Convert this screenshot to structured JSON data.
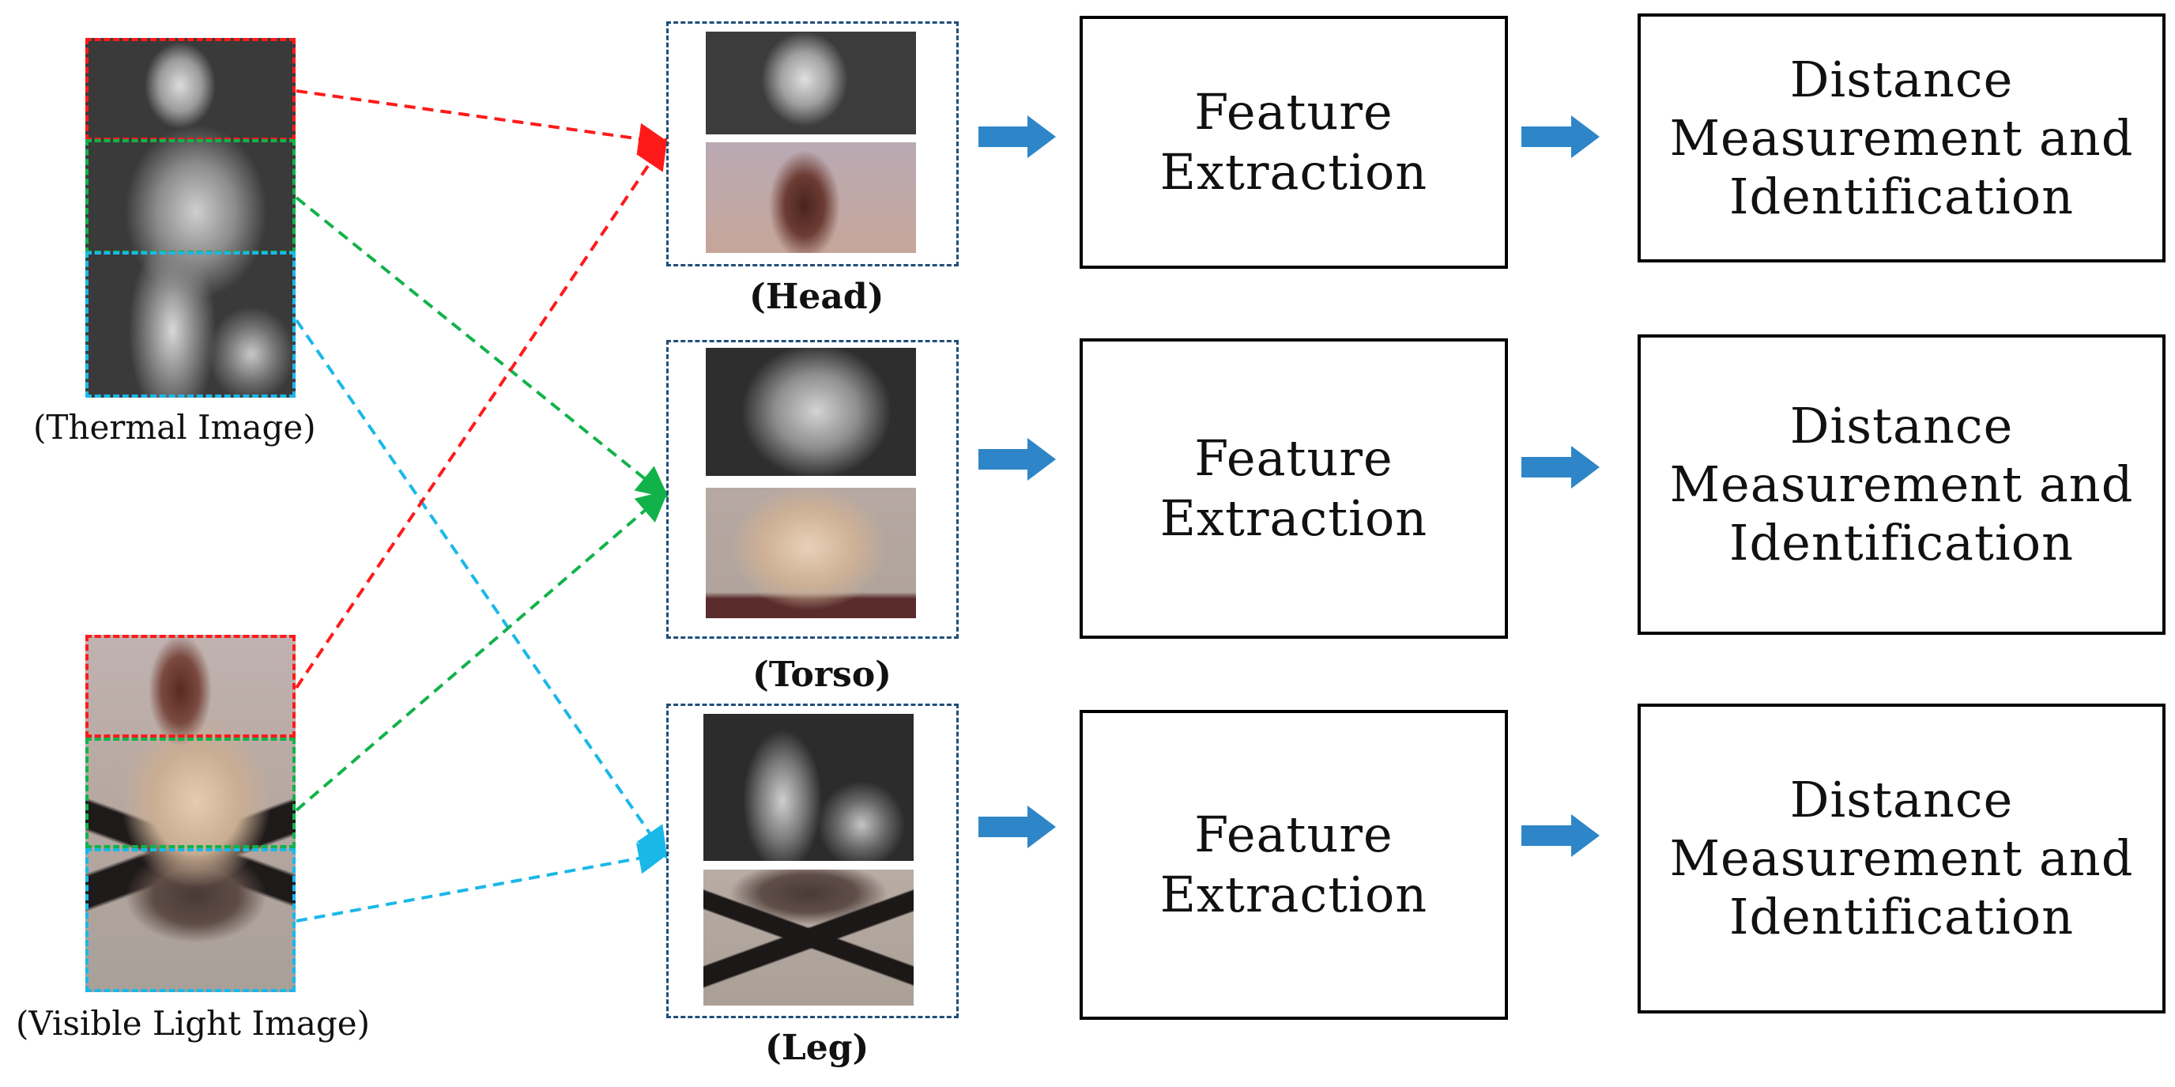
{
  "source_captions": {
    "thermal": "(Thermal Image)",
    "visible": "(Visible Light Image)"
  },
  "parts": [
    {
      "label": "(Head)",
      "feature": [
        "Feature",
        "Extraction"
      ],
      "distance": [
        "Distance",
        "Measurement and",
        "Identification"
      ]
    },
    {
      "label": "(Torso)",
      "feature": [
        "Feature",
        "Extraction"
      ],
      "distance": [
        "Distance",
        "Measurement and",
        "Identification"
      ]
    },
    {
      "label": "(Leg)",
      "feature": [
        "Feature",
        "Extraction"
      ],
      "distance": [
        "Distance",
        "Measurement and",
        "Identification"
      ]
    }
  ],
  "colors": {
    "head": "#ff1a1a",
    "torso": "#12b24a",
    "leg": "#1ab8e8",
    "flow_arrow": "#2e86c8",
    "group_border": "#1f4e79"
  }
}
